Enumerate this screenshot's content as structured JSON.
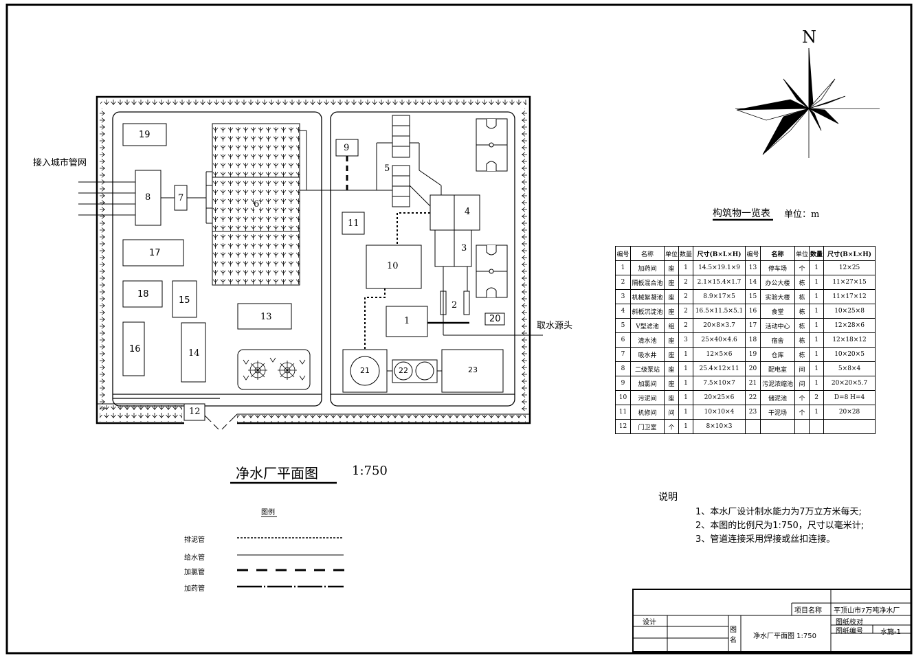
{
  "plan": {
    "title": "净水厂平面图",
    "scale": "1:750",
    "inlet_label": "接入城市管网",
    "intake_label": "取水源头",
    "north": "N",
    "building_numbers": [
      "1",
      "2",
      "3",
      "4",
      "5",
      "6",
      "7",
      "8",
      "9",
      "10",
      "11",
      "12",
      "13",
      "14",
      "15",
      "16",
      "17",
      "18",
      "19",
      "20",
      "21",
      "22",
      "23"
    ]
  },
  "legend": {
    "title": "图例",
    "items": [
      {
        "label": "排泥管",
        "style": "dotted"
      },
      {
        "label": "给水管",
        "style": "solid"
      },
      {
        "label": "加氯管",
        "style": "dashed"
      },
      {
        "label": "加药管",
        "style": "dash-dot"
      }
    ]
  },
  "table": {
    "title": "构筑物一览表",
    "unit": "单位：m",
    "headers": [
      "编号",
      "名称",
      "单位",
      "数量",
      "尺寸(B×L×H)",
      "编号",
      "名称",
      "单位",
      "数量",
      "尺寸(B×L×H)"
    ],
    "rows": [
      [
        "1",
        "加药间",
        "座",
        "1",
        "14.5×19.1×9",
        "13",
        "停车场",
        "个",
        "1",
        "12×25"
      ],
      [
        "2",
        "隔板混合池",
        "座",
        "2",
        "2.1×15.4×1.7",
        "14",
        "办公大楼",
        "栋",
        "1",
        "11×27×15"
      ],
      [
        "3",
        "机械絮凝池",
        "座",
        "2",
        "8.9×17×5",
        "15",
        "实验大楼",
        "栋",
        "1",
        "11×17×12"
      ],
      [
        "4",
        "斜板沉淀池",
        "座",
        "2",
        "16.5×11.5×5.1",
        "16",
        "食堂",
        "栋",
        "1",
        "10×25×8"
      ],
      [
        "5",
        "V型滤池",
        "组",
        "2",
        "20×8×3.7",
        "17",
        "活动中心",
        "栋",
        "1",
        "12×28×6"
      ],
      [
        "6",
        "清水池",
        "座",
        "3",
        "25×40×4.6",
        "18",
        "宿舍",
        "栋",
        "1",
        "12×18×12"
      ],
      [
        "7",
        "吸水井",
        "座",
        "1",
        "12×5×6",
        "19",
        "仓库",
        "栋",
        "1",
        "10×20×5"
      ],
      [
        "8",
        "二级泵站",
        "座",
        "1",
        "25.4×12×11",
        "20",
        "配电室",
        "间",
        "1",
        "5×8×4"
      ],
      [
        "9",
        "加氯间",
        "座",
        "1",
        "7.5×10×7",
        "21",
        "污泥浓缩池",
        "间",
        "1",
        "20×20×5.7"
      ],
      [
        "10",
        "污泥间",
        "座",
        "1",
        "20×25×6",
        "22",
        "储泥池",
        "个",
        "2",
        "D=8 H=4"
      ],
      [
        "11",
        "机修间",
        "间",
        "1",
        "10×10×4",
        "23",
        "干泥场",
        "个",
        "1",
        "20×28"
      ],
      [
        "12",
        "门卫室",
        "个",
        "1",
        "8×10×3",
        "",
        "",
        "",
        "",
        ""
      ]
    ]
  },
  "notes": {
    "title": "说明",
    "items": [
      "1、本水厂设计制水能力为7万立方米每天;",
      "2、本图的比例尺为1:750，尺寸以毫米计;",
      "3、管道连接采用焊接或丝扣连接。"
    ]
  },
  "title_block": {
    "project_label": "项目名称",
    "project_value": "平顶山市7万吨净水厂",
    "check_label": "图纸校对",
    "number_label": "图纸编号",
    "number_value": "水施-1",
    "design_label": "设计",
    "drawing_name_label": "图名",
    "drawing_name_value": "净水厂平面图 1:750"
  }
}
